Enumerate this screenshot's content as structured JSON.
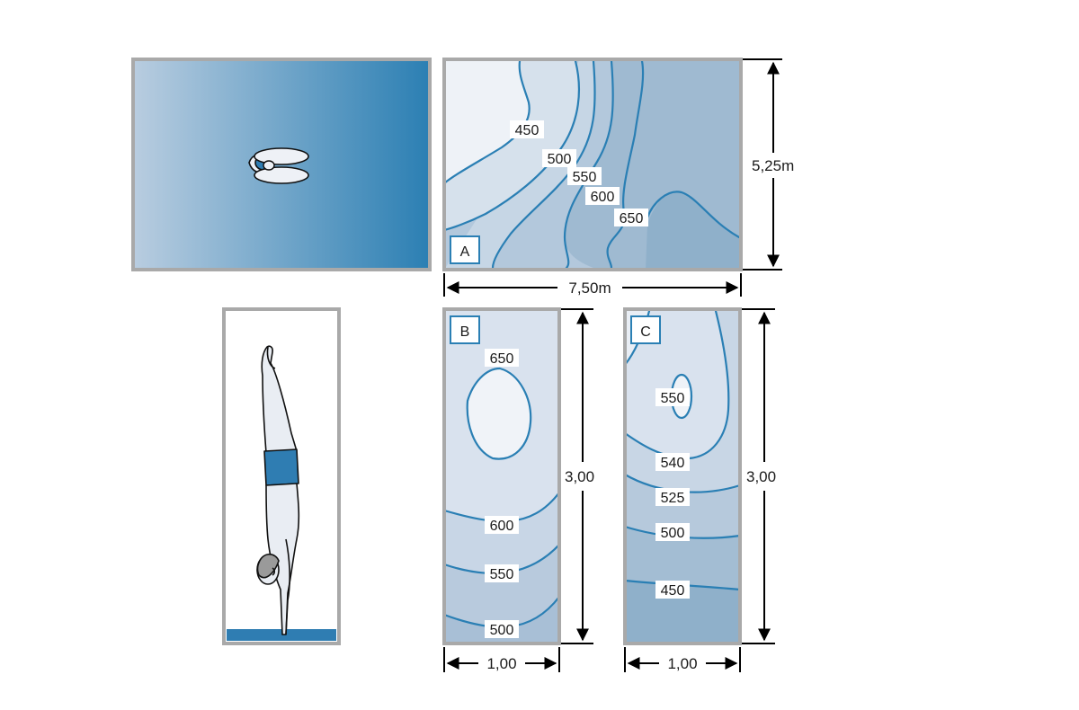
{
  "panels": {
    "A": {
      "tag": "A",
      "isolines": [
        "450",
        "500",
        "550",
        "600",
        "650"
      ]
    },
    "B": {
      "tag": "B",
      "isolines": [
        "650",
        "600",
        "550",
        "500"
      ]
    },
    "C": {
      "tag": "C",
      "isolines": [
        "550",
        "540",
        "525",
        "500",
        "450"
      ]
    }
  },
  "dimensions": {
    "a_height": "5,25m",
    "a_width": "7,50m",
    "b_height": "3,00",
    "b_width": "1,00",
    "c_height": "3,00",
    "c_width": "1,00"
  },
  "colors": {
    "contour_line": "#2a7fb4",
    "pool_deep": "#2b7fb3",
    "pool_light": "#b9cde0",
    "frame": "#a9a9a9",
    "shorts": "#2f7db2"
  }
}
